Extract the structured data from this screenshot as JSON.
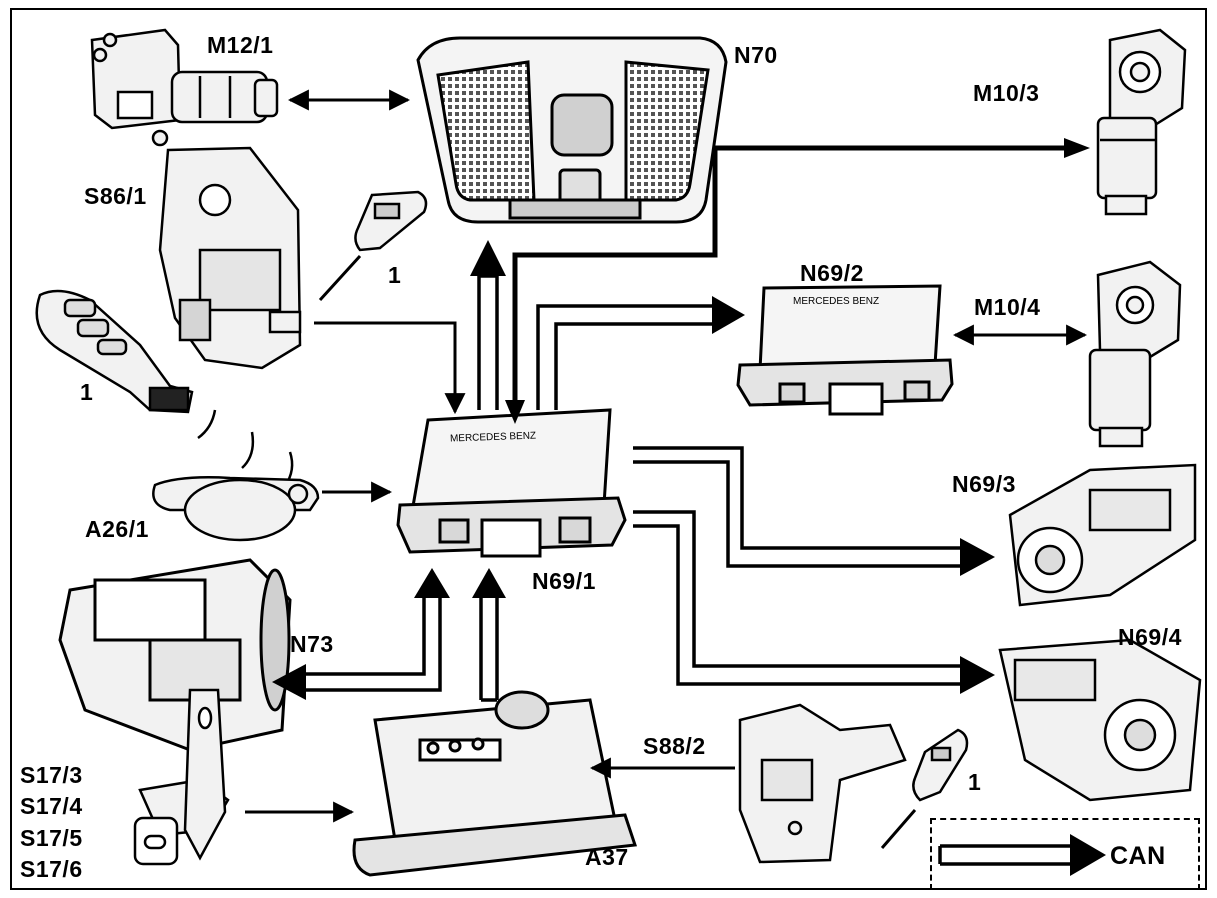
{
  "diagram": {
    "component_labels": {
      "m12_1": "M12/1",
      "n70": "N70",
      "m10_3": "M10/3",
      "s86_1": "S86/1",
      "n69_2": "N69/2",
      "m10_4": "M10/4",
      "key_top": "1",
      "key_left": "1",
      "key_right": "1",
      "a26_1": "A26/1",
      "n69_1": "N69/1",
      "n69_3": "N69/3",
      "n73": "N73",
      "n69_4": "N69/4",
      "s88_2": "S88/2",
      "s17_3": "S17/3",
      "s17_4": "S17/4",
      "s17_5": "S17/5",
      "s17_6": "S17/6",
      "a37": "A37"
    },
    "ecu_brand_text": {
      "n69_1": "MERCEDES BENZ",
      "n69_2": "MERCEDES BENZ"
    },
    "legend": {
      "label": "CAN"
    },
    "colors": {
      "line": "#000000",
      "background": "#ffffff",
      "component_fill": "#f2f2f2",
      "component_shade": "#c8c8c8"
    }
  }
}
